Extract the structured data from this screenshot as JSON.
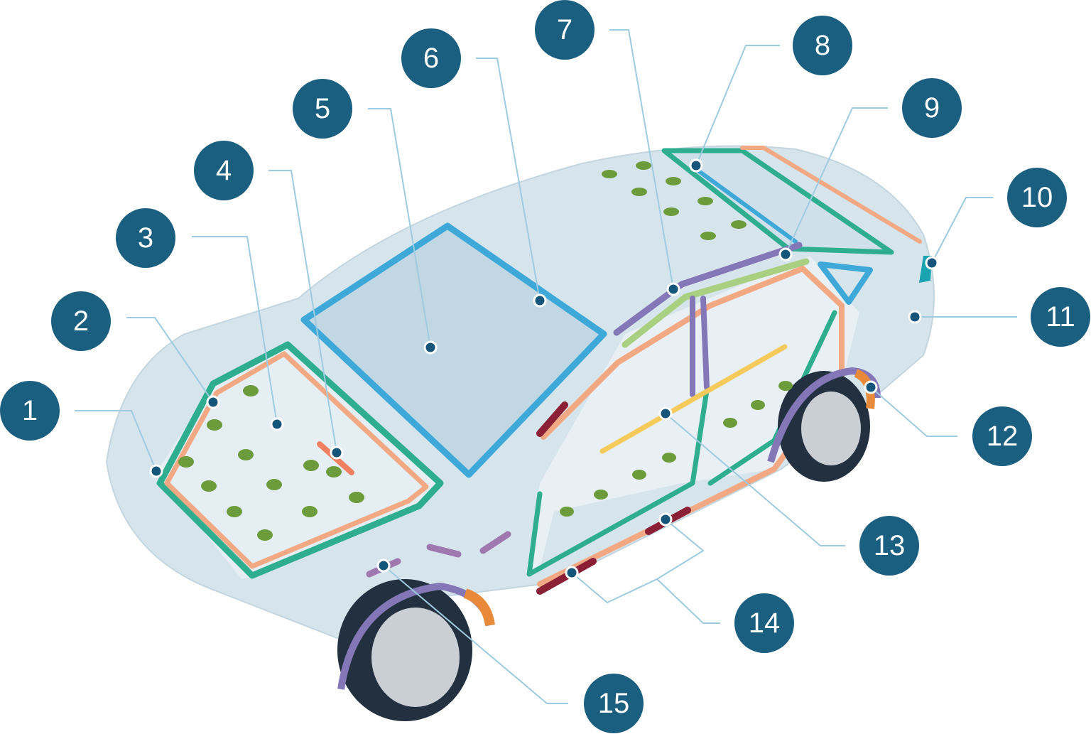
{
  "diagram": {
    "title": "Car sealing and adhesive application points",
    "callouts": [
      {
        "label": "1"
      },
      {
        "label": "2"
      },
      {
        "label": "3"
      },
      {
        "label": "4"
      },
      {
        "label": "5"
      },
      {
        "label": "6"
      },
      {
        "label": "7"
      },
      {
        "label": "8"
      },
      {
        "label": "9"
      },
      {
        "label": "10"
      },
      {
        "label": "11"
      },
      {
        "label": "12"
      },
      {
        "label": "13"
      },
      {
        "label": "14"
      },
      {
        "label": "15"
      }
    ],
    "colors": {
      "badge": "#1b5f80",
      "leader": "#9fcbe0",
      "teal_seal": "#2fae8f",
      "orange_seal": "#f2a882",
      "blue_seal": "#3ea8d8",
      "purple_seal": "#8477b8",
      "light_green_seal": "#a8d080",
      "dark_red": "#8a1f35",
      "yellow": "#f5c95a",
      "green_dots": "#6b9b3a",
      "wheel_arch_orange": "#e88a3a"
    }
  }
}
